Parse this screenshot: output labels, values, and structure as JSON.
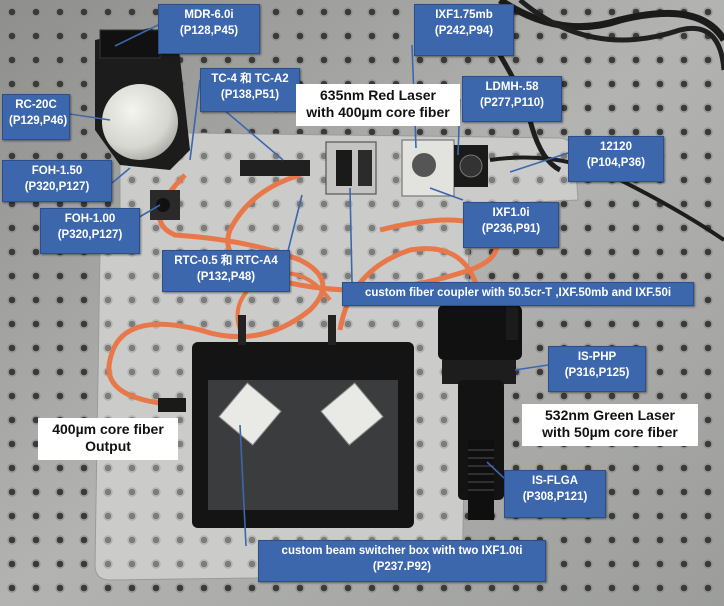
{
  "labels": {
    "mdr": {
      "line1": "MDR-6.0i",
      "line2": "(P128,P45)"
    },
    "rc20c": {
      "line1": "RC-20C",
      "line2": "(P129,P46)"
    },
    "tc4": {
      "line1": "TC-4 和 TC-A2",
      "line2": "(P138,P51)"
    },
    "foh150": {
      "line1": "FOH-1.50",
      "line2": "(P320,P127)"
    },
    "foh100": {
      "line1": "FOH-1.00",
      "line2": "(P320,P127)"
    },
    "ixf175": {
      "line1": "IXF1.75mb",
      "line2": "(P242,P94)"
    },
    "ldmh": {
      "line1": "LDMH-.58",
      "line2": "(P277,P110)"
    },
    "part12120": {
      "line1": "12120",
      "line2": "(P104,P36)"
    },
    "ixf10i": {
      "line1": "IXF1.0i",
      "line2": "(P236,P91)"
    },
    "rtc": {
      "line1": "RTC-0.5 和 RTC-A4",
      "line2": "(P132,P48)"
    },
    "coupler": {
      "line1": "custom fiber coupler with 50.5cr-T ,IXF.50mb and IXF.50i"
    },
    "isphp": {
      "line1": "IS-PHP",
      "line2": "(P316,P125)"
    },
    "isflga": {
      "line1": "IS-FLGA",
      "line2": "(P308,P121)"
    },
    "switcher": {
      "line1": "custom beam switcher box with two IXF1.0ti",
      "line2": "(P237.P92)"
    }
  },
  "notes": {
    "red_laser": {
      "line1": "635nm Red Laser",
      "line2": "with 400µm core fiber"
    },
    "output": {
      "line1": "400µm core fiber",
      "line2": "Output"
    },
    "green_laser": {
      "line1": "532nm Green Laser",
      "line2": "with 50µm core fiber"
    }
  },
  "colors": {
    "label_fill": "#3c67ad",
    "leader_line": "#3c67ad",
    "fiber_orange": "#e8784a",
    "table_metal": "#a9aaa8",
    "baseplate": "#c9cac8"
  }
}
